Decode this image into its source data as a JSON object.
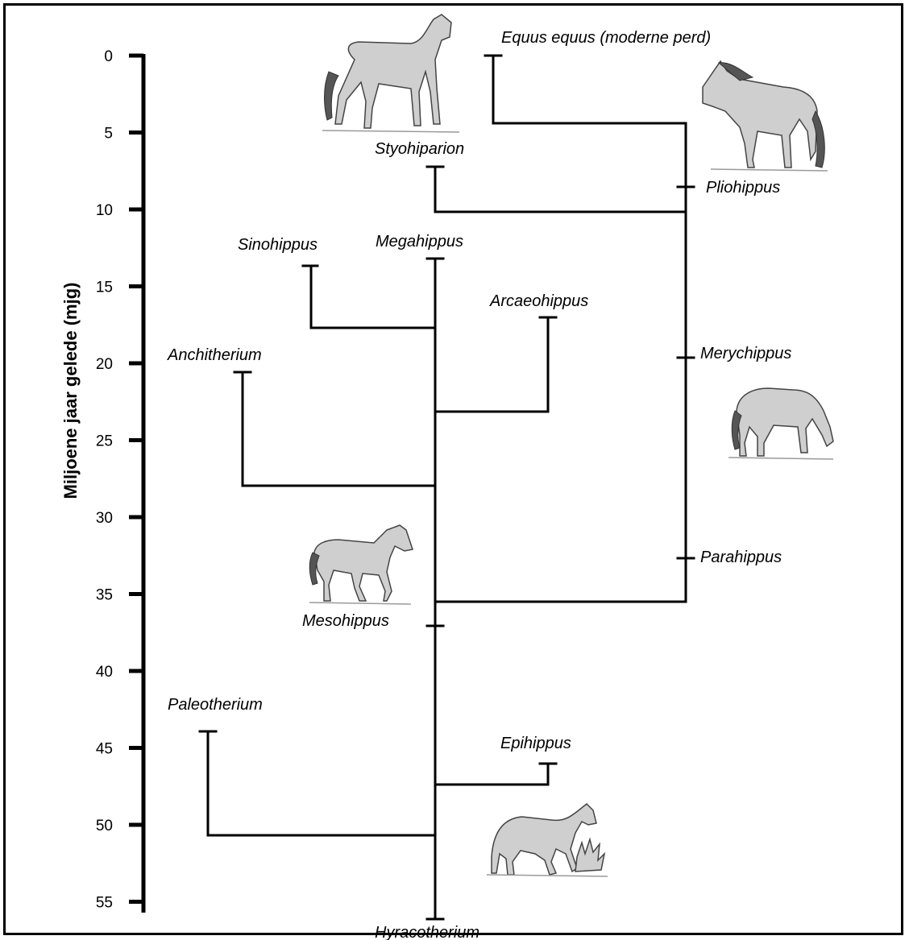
{
  "axis": {
    "title": "Miljoene jaar gelede (mjg)",
    "ticks": [
      "0",
      "5",
      "10",
      "15",
      "20",
      "25",
      "30",
      "35",
      "40",
      "45",
      "50",
      "55"
    ]
  },
  "taxa": {
    "equus": "Equus equus (moderne perd)",
    "styohiparion": "Styohiparion",
    "pliohippus": "Pliohippus",
    "sinohippus": "Sinohippus",
    "megahippus": "Megahippus",
    "arcaeohippus": "Arcaeohippus",
    "anchitherium": "Anchitherium",
    "merychippus": "Merychippus",
    "parahippus": "Parahippus",
    "mesohippus": "Mesohippus",
    "paleotherium": "Paleotherium",
    "epihippus": "Epihippus",
    "hyracotherium": "Hyracotherium"
  },
  "illustrations": [
    "horse-modern-icon",
    "horse-przewalski-icon",
    "horse-merychippus-icon",
    "horse-mesohippus-icon",
    "horse-hyracotherium-icon"
  ]
}
